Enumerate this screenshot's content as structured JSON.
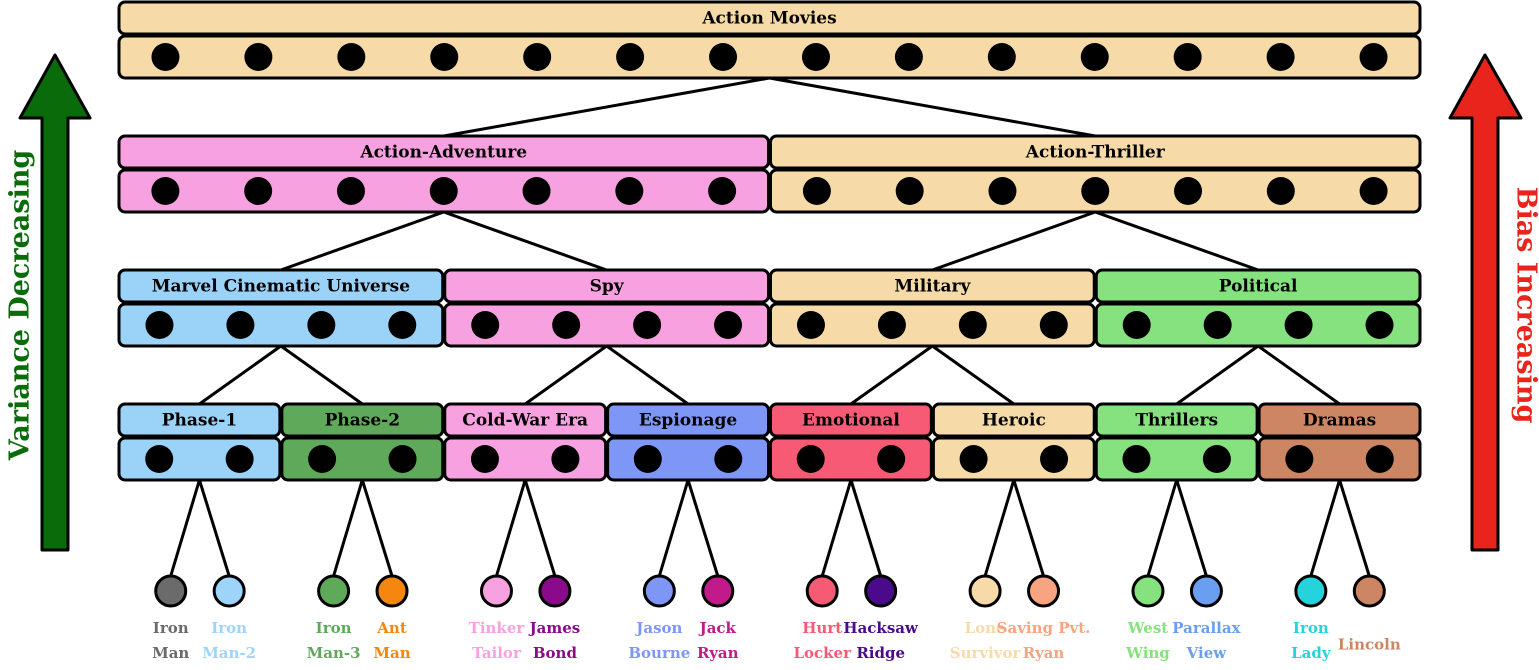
{
  "side_labels": {
    "left": {
      "text": "Variance Decreasing",
      "color": "#0a6b0a"
    },
    "right": {
      "text": "Bias Increasing",
      "color": "#e8241c"
    }
  },
  "colors": {
    "tan": "#f6dba8",
    "pink": "#f8a1e0",
    "blue": "#9bd2f8",
    "green": "#86e27e",
    "darkgreen": "#5fa95a",
    "periwinkle": "#7e97f7",
    "red": "#f75a75",
    "brown": "#cc8663"
  },
  "levels": [
    {
      "id": "genre",
      "boxes": [
        {
          "title": "Action Movies",
          "color": "tan",
          "dots": 14
        }
      ]
    },
    {
      "id": "subgenre",
      "boxes": [
        {
          "title": "Action-Adventure",
          "color": "pink",
          "dots": 7
        },
        {
          "title": "Action-Thriller",
          "color": "tan",
          "dots": 7
        }
      ]
    },
    {
      "id": "category",
      "boxes": [
        {
          "title": "Marvel Cinematic Universe",
          "color": "blue",
          "dots": 4
        },
        {
          "title": "Spy",
          "color": "pink",
          "dots": 4
        },
        {
          "title": "Military",
          "color": "tan",
          "dots": 4
        },
        {
          "title": "Political",
          "color": "green",
          "dots": 4
        }
      ]
    },
    {
      "id": "cluster",
      "boxes": [
        {
          "title": "Phase-1",
          "color": "blue",
          "dots": 2
        },
        {
          "title": "Phase-2",
          "color": "darkgreen",
          "dots": 2
        },
        {
          "title": "Cold-War Era",
          "color": "pink",
          "dots": 2
        },
        {
          "title": "Espionage",
          "color": "periwinkle",
          "dots": 2
        },
        {
          "title": "Emotional",
          "color": "red",
          "dots": 2
        },
        {
          "title": "Heroic",
          "color": "tan",
          "dots": 2
        },
        {
          "title": "Thrillers",
          "color": "green",
          "dots": 2
        },
        {
          "title": "Dramas",
          "color": "brown",
          "dots": 2
        }
      ]
    }
  ],
  "movies": [
    {
      "lines": [
        "Iron",
        "Man"
      ],
      "color": "#6b6b6b"
    },
    {
      "lines": [
        "Iron",
        "Man-2"
      ],
      "color": "#9fd4fa"
    },
    {
      "lines": [
        "Iron",
        "Man-3"
      ],
      "color": "#5fa95a"
    },
    {
      "lines": [
        "Ant",
        "Man"
      ],
      "color": "#f5870f"
    },
    {
      "lines": [
        "Tinker",
        "Tailor"
      ],
      "color": "#f8a1e0"
    },
    {
      "lines": [
        "James",
        "Bond"
      ],
      "color": "#8b0a8b"
    },
    {
      "lines": [
        "Jason",
        "Bourne"
      ],
      "color": "#7e97f7"
    },
    {
      "lines": [
        "Jack",
        "Ryan"
      ],
      "color": "#c21a8a"
    },
    {
      "lines": [
        "Hurt",
        "Locker"
      ],
      "color": "#f75a75"
    },
    {
      "lines": [
        "Hacksaw",
        "Ridge"
      ],
      "color": "#4a0a8b"
    },
    {
      "lines": [
        "Lone",
        "Survivor"
      ],
      "color": "#f6dba8"
    },
    {
      "lines": [
        "Saving Pvt.",
        "Ryan"
      ],
      "color": "#f8a480"
    },
    {
      "lines": [
        "West",
        "Wing"
      ],
      "color": "#86e27e"
    },
    {
      "lines": [
        "Parallax",
        "View"
      ],
      "color": "#6a9ef0"
    },
    {
      "lines": [
        "Iron",
        "Lady"
      ],
      "color": "#25d3dd"
    },
    {
      "lines": [
        "Lincoln"
      ],
      "color": "#cc8663"
    }
  ]
}
